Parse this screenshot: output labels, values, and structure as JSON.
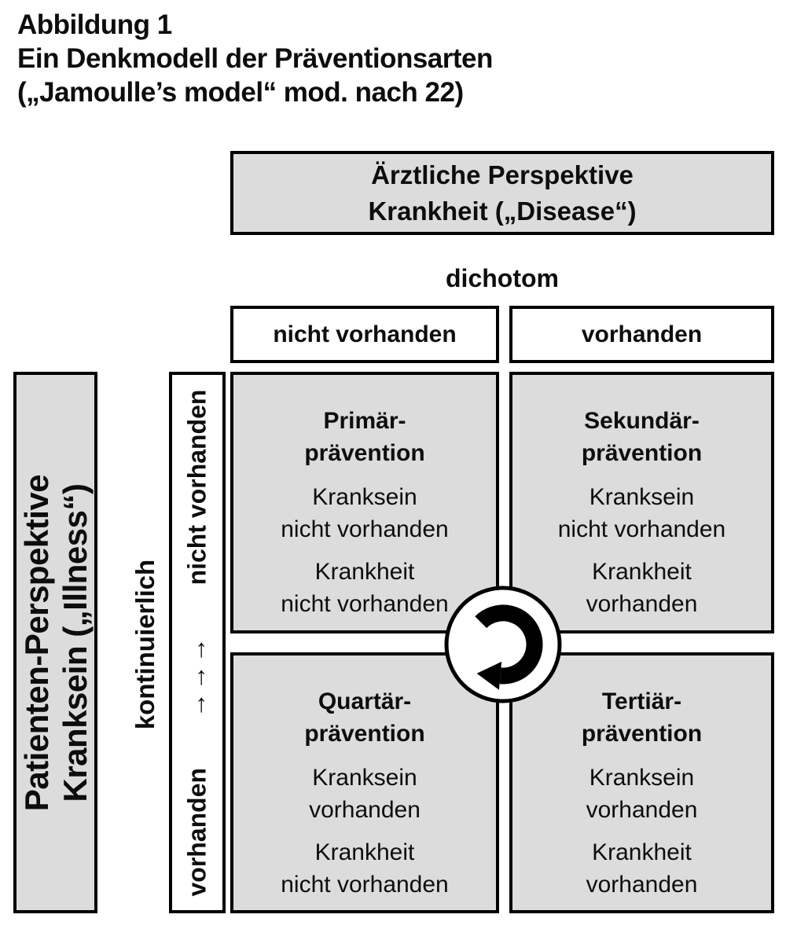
{
  "title": {
    "line1": "Abbildung 1",
    "line2": "Ein Denkmodell der Präventionsarten",
    "line3": "(„Jamoulle’s model“ mod. nach 22)"
  },
  "doctor_axis": {
    "title_line1": "Ärztliche Perspektive",
    "title_line2": "Krankheit („Disease“)",
    "scale_type": "dichotom",
    "col_left": "nicht vorhanden",
    "col_right": "vorhanden"
  },
  "patient_axis": {
    "title_line1": "Patienten-Perspektive",
    "title_line2": "Kranksein („Illness“)",
    "scale_type": "kontinuierlich",
    "scale_from": "vorhanden",
    "scale_arrows": "→→→",
    "scale_to": "nicht vorhanden"
  },
  "quadrants": [
    {
      "title_line1": "Primär-",
      "title_line2": "prävention",
      "kranksein_line1": "Kranksein",
      "kranksein_line2": "nicht vorhanden",
      "krankheit_line1": "Krankheit",
      "krankheit_line2": "nicht vorhanden"
    },
    {
      "title_line1": "Sekundär-",
      "title_line2": "prävention",
      "kranksein_line1": "Kranksein",
      "kranksein_line2": "nicht vorhanden",
      "krankheit_line1": "Krankheit",
      "krankheit_line2": "vorhanden"
    },
    {
      "title_line1": "Quartär-",
      "title_line2": "prävention",
      "kranksein_line1": "Kranksein",
      "kranksein_line2": "vorhanden",
      "krankheit_line1": "Krankheit",
      "krankheit_line2": "nicht vorhanden"
    },
    {
      "title_line1": "Tertiär-",
      "title_line2": "prävention",
      "kranksein_line1": "Kranksein",
      "kranksein_line2": "vorhanden",
      "krankheit_line1": "Krankheit",
      "krankheit_line2": "vorhanden"
    }
  ],
  "center_icon": "clockwise-rotation-cycle",
  "colors": {
    "background": "#ffffff",
    "box_fill": "#dcdcdc",
    "box_border": "#000000",
    "text": "#0d0d0d"
  }
}
